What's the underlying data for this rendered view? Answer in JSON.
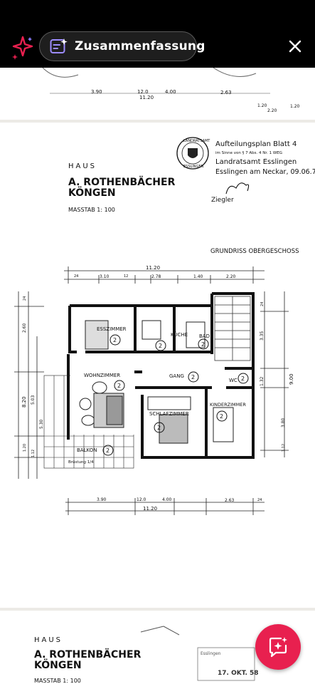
{
  "toolbar": {
    "summary_label": "Zusammenfassung",
    "icons": {
      "assistant": "sparkle-star-icon",
      "summary": "summary-document-sparkle-icon",
      "close": "close-icon",
      "fab": "chat-sparkle-icon"
    },
    "colors": {
      "bar_bg": "#000000",
      "pill_bg": "#1e1e1e",
      "pill_border": "#5a5a5a",
      "fab_bg": "#e8204f",
      "assistant_accent": "#e8204f"
    }
  },
  "page_top": {
    "dims": [
      "3.90",
      "12.0",
      "4.00",
      "2.63",
      "11.20",
      "1.20",
      "2.20",
      "1.20"
    ]
  },
  "plan": {
    "haus": "HAUS",
    "owner": "A. ROTHENBÄCHER",
    "place": "KÖNGEN",
    "scale": "MASSTAB  1: 100",
    "stamp_top": "LANDRATSAMT",
    "stamp_bottom": "ESSLINGEN",
    "aufteilung": {
      "line1": "Aufteilungsplan Blatt 4",
      "line2": "im Sinne von § 7 Abs. 4 Nr. 1 WEG",
      "line3": "Landratsamt Esslingen",
      "line4": "Esslingen am Neckar, 09.06.7"
    },
    "signer": "Ziegler",
    "grundriss": "GRUNDRISS OBERGESCHOSS",
    "rooms": {
      "esszimmer": "ESSZIMMER",
      "kueche": "KÜCHE",
      "bad": "BAD",
      "wohnzimmer": "WOHNZIMMER",
      "gang": "GANG",
      "wc": "WC",
      "schlafzimmer": "SCHLAFZIMMER",
      "kinderzimmer": "KINDERZIMMER",
      "balkon": "BALKON",
      "unit_number": "2",
      "balkon_note": "Brüstung 1/4"
    },
    "dims": {
      "top_total": "11.20",
      "top_3": "3.10",
      "top_4": "2.78",
      "top_5": "1.40",
      "top_6": "2.20",
      "top_7": "24",
      "top_8": "12",
      "bottom_1": "3.90",
      "bottom_2": "12.0",
      "bottom_3": "4.00",
      "bottom_4": "2.63",
      "bottom_5": "24",
      "bottom_total": "11.20",
      "left_1": "2.60",
      "left_2": "8.20",
      "left_3": "5.03",
      "left_4": "1.20",
      "left_5": "5.30",
      "left_6": "1.12",
      "left_7": "24",
      "right_1": "3.35",
      "right_2": "9.00",
      "right_3": "1.32",
      "right_4": "3.80",
      "right_5": "24",
      "right_6": "1.12"
    }
  },
  "page_bottom": {
    "haus": "HAUS",
    "owner": "A. ROTHENBÄCHER",
    "place": "KÖNGEN",
    "scale": "MASSTAB  1: 100",
    "stamp_line": "17. OKT. 58",
    "stamp_line2": "Esslingen"
  }
}
